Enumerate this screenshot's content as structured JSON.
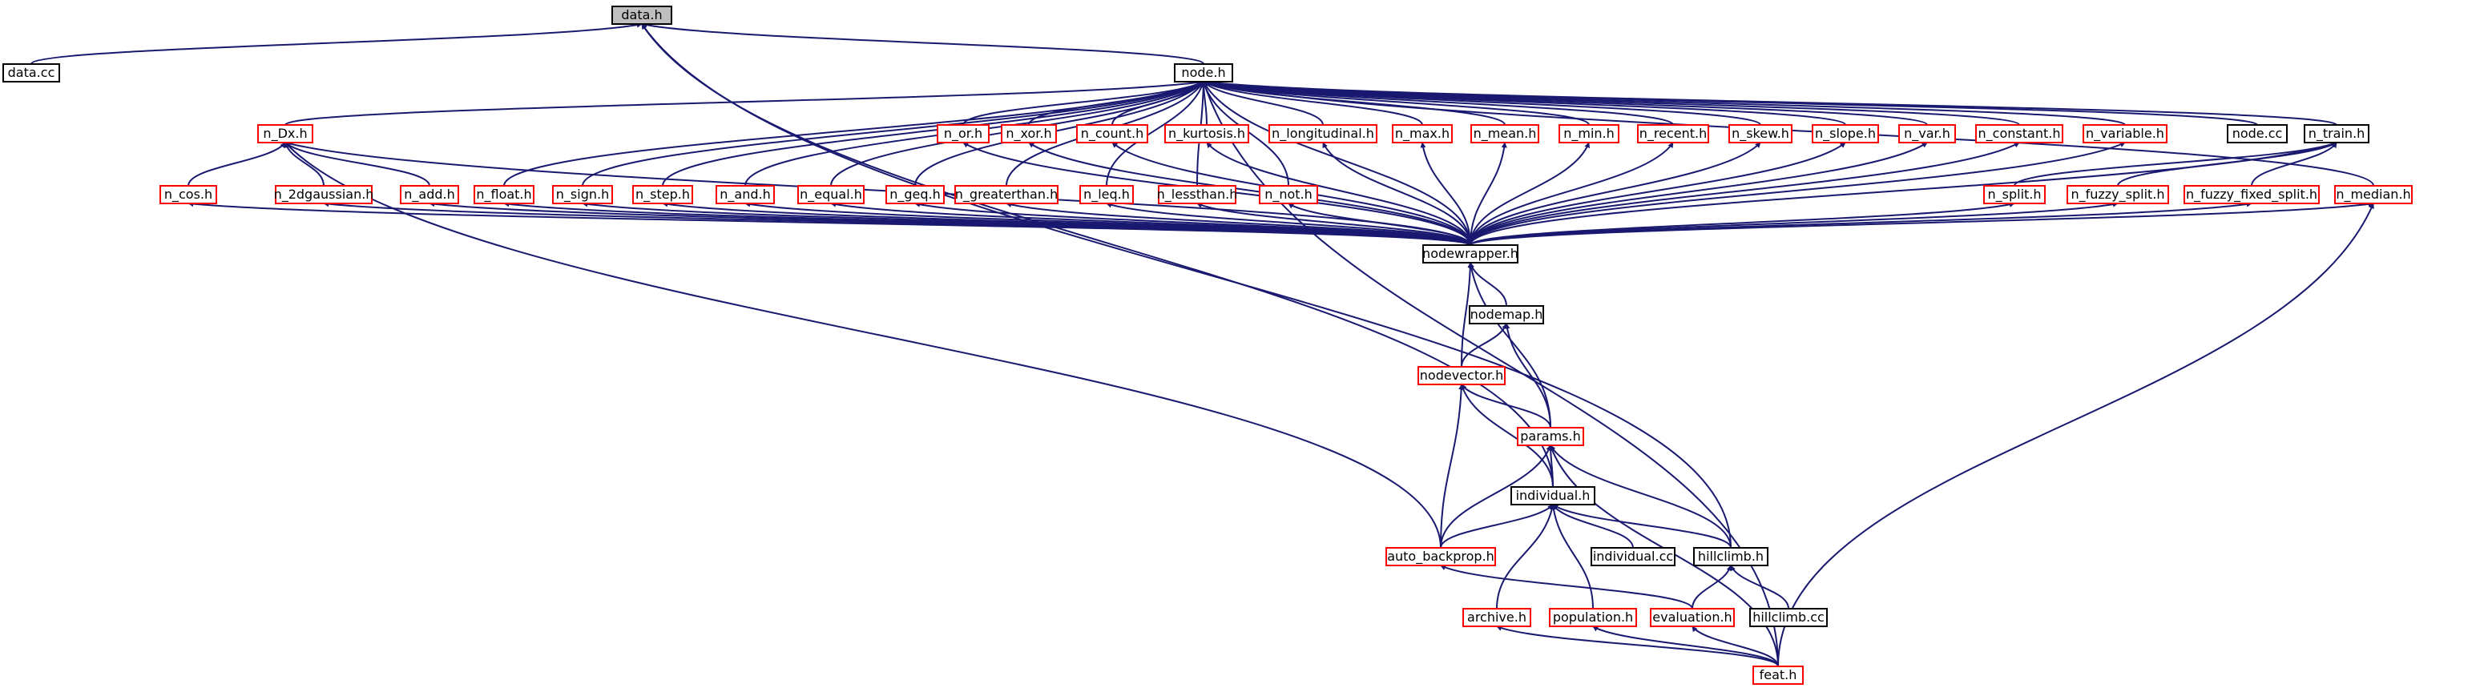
{
  "diagram": {
    "colors": {
      "edge": "#191970",
      "local": "#000000",
      "missing": "#ff0000",
      "selected_fill": "#bfbfbf"
    },
    "nodes": {
      "data_h": {
        "label": "data.h",
        "kind": "selected"
      },
      "data_cc": {
        "label": "data.cc",
        "kind": "black"
      },
      "node_h": {
        "label": "node.h",
        "kind": "black"
      },
      "n_dx_h": {
        "label": "n_Dx.h",
        "kind": "red"
      },
      "n_cos_h": {
        "label": "n_cos.h",
        "kind": "red"
      },
      "n_2dgaussian_h": {
        "label": "n_2dgaussian.h",
        "kind": "red"
      },
      "n_add_h": {
        "label": "n_add.h",
        "kind": "red"
      },
      "n_float_h": {
        "label": "n_float.h",
        "kind": "red"
      },
      "n_sign_h": {
        "label": "n_sign.h",
        "kind": "red"
      },
      "n_step_h": {
        "label": "n_step.h",
        "kind": "red"
      },
      "n_and_h": {
        "label": "n_and.h",
        "kind": "red"
      },
      "n_equal_h": {
        "label": "n_equal.h",
        "kind": "red"
      },
      "n_geq_h": {
        "label": "n_geq.h",
        "kind": "red"
      },
      "n_greaterthan_h": {
        "label": "n_greaterthan.h",
        "kind": "red"
      },
      "n_leq_h": {
        "label": "n_leq.h",
        "kind": "red"
      },
      "n_lessthan_h": {
        "label": "n_lessthan.h",
        "kind": "red"
      },
      "n_not_h": {
        "label": "n_not.h",
        "kind": "red"
      },
      "n_or_h": {
        "label": "n_or.h",
        "kind": "red"
      },
      "n_xor_h": {
        "label": "n_xor.h",
        "kind": "red"
      },
      "n_count_h": {
        "label": "n_count.h",
        "kind": "red"
      },
      "n_kurtosis_h": {
        "label": "n_kurtosis.h",
        "kind": "red"
      },
      "n_longitudinal_h": {
        "label": "n_longitudinal.h",
        "kind": "red"
      },
      "n_max_h": {
        "label": "n_max.h",
        "kind": "red"
      },
      "n_mean_h": {
        "label": "n_mean.h",
        "kind": "red"
      },
      "n_min_h": {
        "label": "n_min.h",
        "kind": "red"
      },
      "n_recent_h": {
        "label": "n_recent.h",
        "kind": "red"
      },
      "n_skew_h": {
        "label": "n_skew.h",
        "kind": "red"
      },
      "n_slope_h": {
        "label": "n_slope.h",
        "kind": "red"
      },
      "n_var_h": {
        "label": "n_var.h",
        "kind": "red"
      },
      "n_constant_h": {
        "label": "n_constant.h",
        "kind": "red"
      },
      "n_variable_h": {
        "label": "n_variable.h",
        "kind": "red"
      },
      "node_cc": {
        "label": "node.cc",
        "kind": "black"
      },
      "n_train_h": {
        "label": "n_train.h",
        "kind": "black"
      },
      "n_split_h": {
        "label": "n_split.h",
        "kind": "red"
      },
      "n_fuzzy_split_h": {
        "label": "n_fuzzy_split.h",
        "kind": "red"
      },
      "n_fuzzy_fixed_split_h": {
        "label": "n_fuzzy_fixed_split.h",
        "kind": "red"
      },
      "n_median_h": {
        "label": "n_median.h",
        "kind": "red"
      },
      "nodewrapper_h": {
        "label": "nodewrapper.h",
        "kind": "black"
      },
      "nodemap_h": {
        "label": "nodemap.h",
        "kind": "black"
      },
      "nodevector_h": {
        "label": "nodevector.h",
        "kind": "red"
      },
      "params_h": {
        "label": "params.h",
        "kind": "red"
      },
      "individual_h": {
        "label": "individual.h",
        "kind": "black"
      },
      "auto_backprop_h": {
        "label": "auto_backprop.h",
        "kind": "red"
      },
      "individual_cc": {
        "label": "individual.cc",
        "kind": "black"
      },
      "hillclimb_h": {
        "label": "hillclimb.h",
        "kind": "black"
      },
      "archive_h": {
        "label": "archive.h",
        "kind": "red"
      },
      "population_h": {
        "label": "population.h",
        "kind": "red"
      },
      "evaluation_h": {
        "label": "evaluation.h",
        "kind": "red"
      },
      "hillclimb_cc": {
        "label": "hillclimb.cc",
        "kind": "black"
      },
      "feat_h": {
        "label": "feat.h",
        "kind": "red"
      }
    },
    "edges": [
      [
        "data_cc",
        "data_h"
      ],
      [
        "node_h",
        "data_h"
      ],
      [
        "individual_h",
        "data_h"
      ],
      [
        "hillclimb_h",
        "data_h"
      ],
      [
        "n_dx_h",
        "node_h"
      ],
      [
        "n_float_h",
        "node_h"
      ],
      [
        "n_sign_h",
        "node_h"
      ],
      [
        "n_step_h",
        "node_h"
      ],
      [
        "n_and_h",
        "node_h"
      ],
      [
        "n_equal_h",
        "node_h"
      ],
      [
        "n_geq_h",
        "node_h"
      ],
      [
        "n_greaterthan_h",
        "node_h"
      ],
      [
        "n_leq_h",
        "node_h"
      ],
      [
        "n_lessthan_h",
        "node_h"
      ],
      [
        "n_not_h",
        "node_h"
      ],
      [
        "n_or_h",
        "node_h"
      ],
      [
        "n_xor_h",
        "node_h"
      ],
      [
        "n_count_h",
        "node_h"
      ],
      [
        "n_kurtosis_h",
        "node_h"
      ],
      [
        "n_longitudinal_h",
        "node_h"
      ],
      [
        "n_max_h",
        "node_h"
      ],
      [
        "n_mean_h",
        "node_h"
      ],
      [
        "n_min_h",
        "node_h"
      ],
      [
        "n_recent_h",
        "node_h"
      ],
      [
        "n_skew_h",
        "node_h"
      ],
      [
        "n_slope_h",
        "node_h"
      ],
      [
        "n_var_h",
        "node_h"
      ],
      [
        "n_constant_h",
        "node_h"
      ],
      [
        "n_variable_h",
        "node_h"
      ],
      [
        "node_cc",
        "node_h"
      ],
      [
        "n_train_h",
        "node_h"
      ],
      [
        "n_median_h",
        "node_h"
      ],
      [
        "nodewrapper_h",
        "node_h"
      ],
      [
        "feat_h",
        "node_h"
      ],
      [
        "n_cos_h",
        "n_dx_h"
      ],
      [
        "n_2dgaussian_h",
        "n_dx_h"
      ],
      [
        "n_add_h",
        "n_dx_h"
      ],
      [
        "nodewrapper_h",
        "n_dx_h"
      ],
      [
        "auto_backprop_h",
        "n_dx_h"
      ],
      [
        "n_split_h",
        "n_train_h"
      ],
      [
        "n_fuzzy_split_h",
        "n_train_h"
      ],
      [
        "n_fuzzy_fixed_split_h",
        "n_train_h"
      ],
      [
        "nodewrapper_h",
        "n_train_h"
      ],
      [
        "nodewrapper_h",
        "n_cos_h"
      ],
      [
        "nodewrapper_h",
        "n_2dgaussian_h"
      ],
      [
        "nodewrapper_h",
        "n_add_h"
      ],
      [
        "nodewrapper_h",
        "n_float_h"
      ],
      [
        "nodewrapper_h",
        "n_sign_h"
      ],
      [
        "nodewrapper_h",
        "n_step_h"
      ],
      [
        "nodewrapper_h",
        "n_and_h"
      ],
      [
        "nodewrapper_h",
        "n_equal_h"
      ],
      [
        "nodewrapper_h",
        "n_geq_h"
      ],
      [
        "nodewrapper_h",
        "n_greaterthan_h"
      ],
      [
        "nodewrapper_h",
        "n_leq_h"
      ],
      [
        "nodewrapper_h",
        "n_lessthan_h"
      ],
      [
        "nodewrapper_h",
        "n_not_h"
      ],
      [
        "nodewrapper_h",
        "n_or_h"
      ],
      [
        "nodewrapper_h",
        "n_xor_h"
      ],
      [
        "nodewrapper_h",
        "n_count_h"
      ],
      [
        "nodewrapper_h",
        "n_kurtosis_h"
      ],
      [
        "nodewrapper_h",
        "n_longitudinal_h"
      ],
      [
        "nodewrapper_h",
        "n_max_h"
      ],
      [
        "nodewrapper_h",
        "n_mean_h"
      ],
      [
        "nodewrapper_h",
        "n_min_h"
      ],
      [
        "nodewrapper_h",
        "n_recent_h"
      ],
      [
        "nodewrapper_h",
        "n_skew_h"
      ],
      [
        "nodewrapper_h",
        "n_slope_h"
      ],
      [
        "nodewrapper_h",
        "n_var_h"
      ],
      [
        "nodewrapper_h",
        "n_constant_h"
      ],
      [
        "nodewrapper_h",
        "n_variable_h"
      ],
      [
        "nodewrapper_h",
        "n_split_h"
      ],
      [
        "nodewrapper_h",
        "n_fuzzy_split_h"
      ],
      [
        "nodewrapper_h",
        "n_fuzzy_fixed_split_h"
      ],
      [
        "nodewrapper_h",
        "n_median_h"
      ],
      [
        "nodemap_h",
        "nodewrapper_h"
      ],
      [
        "nodevector_h",
        "nodewrapper_h"
      ],
      [
        "params_h",
        "nodewrapper_h"
      ],
      [
        "nodevector_h",
        "nodemap_h"
      ],
      [
        "params_h",
        "nodemap_h"
      ],
      [
        "params_h",
        "nodevector_h"
      ],
      [
        "individual_h",
        "nodevector_h"
      ],
      [
        "auto_backprop_h",
        "nodevector_h"
      ],
      [
        "individual_h",
        "params_h"
      ],
      [
        "auto_backprop_h",
        "params_h"
      ],
      [
        "hillclimb_h",
        "params_h"
      ],
      [
        "feat_h",
        "params_h"
      ],
      [
        "auto_backprop_h",
        "individual_h"
      ],
      [
        "individual_cc",
        "individual_h"
      ],
      [
        "hillclimb_h",
        "individual_h"
      ],
      [
        "archive_h",
        "individual_h"
      ],
      [
        "population_h",
        "individual_h"
      ],
      [
        "evaluation_h",
        "auto_backprop_h"
      ],
      [
        "evaluation_h",
        "hillclimb_h"
      ],
      [
        "hillclimb_cc",
        "hillclimb_h"
      ],
      [
        "feat_h",
        "archive_h"
      ],
      [
        "feat_h",
        "population_h"
      ],
      [
        "feat_h",
        "evaluation_h"
      ],
      [
        "feat_h",
        "n_median_h"
      ]
    ]
  }
}
